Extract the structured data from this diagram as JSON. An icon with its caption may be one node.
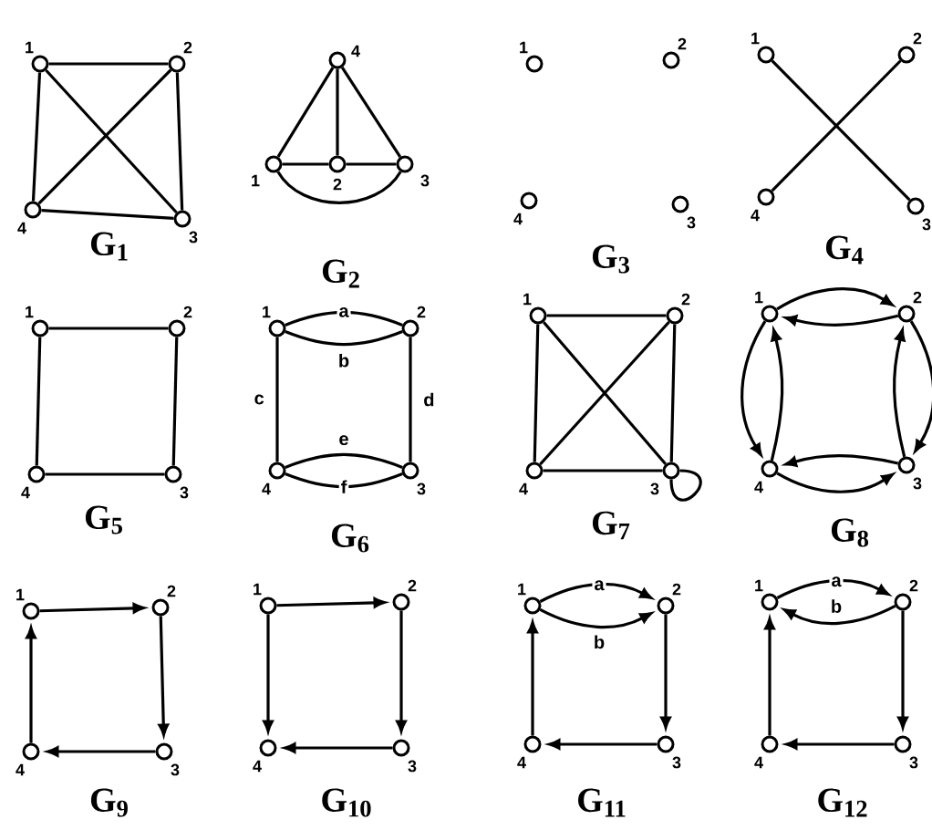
{
  "diagram": {
    "nodes": [
      {
        "text": [],
        "shape": "circle",
        "beside": [
          "1"
        ]
      },
      {
        "text": [],
        "shape": "circle",
        "beside": [
          "2"
        ]
      },
      {
        "text": [],
        "shape": "circle",
        "beside": [
          "3"
        ]
      },
      {
        "text": [],
        "shape": "circle",
        "beside": [
          "4"
        ]
      },
      {
        "text": [],
        "shape": "circle",
        "beside": [
          "1"
        ]
      },
      {
        "text": [],
        "shape": "circle",
        "beside": [
          "2"
        ]
      },
      {
        "text": [],
        "shape": "circle",
        "beside": [
          "3"
        ]
      },
      {
        "text": [],
        "shape": "circle",
        "beside": [
          "4"
        ]
      },
      {
        "text": [],
        "shape": "circle",
        "beside": [
          "1"
        ]
      },
      {
        "text": [],
        "shape": "circle",
        "beside": [
          "2"
        ]
      },
      {
        "text": [],
        "shape": "circle",
        "beside": [
          "3"
        ]
      },
      {
        "text": [],
        "shape": "circle",
        "beside": [
          "4"
        ]
      },
      {
        "text": [],
        "shape": "circle",
        "beside": [
          "1"
        ]
      },
      {
        "text": [],
        "shape": "circle",
        "beside": [
          "2"
        ]
      },
      {
        "text": [],
        "shape": "circle",
        "beside": [
          "3"
        ]
      },
      {
        "text": [],
        "shape": "circle",
        "beside": [
          "4"
        ]
      },
      {
        "text": [],
        "shape": "circle",
        "beside": [
          "1"
        ]
      },
      {
        "text": [],
        "shape": "circle",
        "beside": [
          "2"
        ]
      },
      {
        "text": [],
        "shape": "circle",
        "beside": [
          "3"
        ]
      },
      {
        "text": [],
        "shape": "circle",
        "beside": [
          "4"
        ]
      },
      {
        "text": [],
        "shape": "circle",
        "beside": [
          "1"
        ]
      },
      {
        "text": [],
        "shape": "circle",
        "beside": [
          "2"
        ]
      },
      {
        "text": [],
        "shape": "circle",
        "beside": [
          "3"
        ]
      },
      {
        "text": [],
        "shape": "circle",
        "beside": [
          "4"
        ]
      },
      {
        "text": [],
        "shape": "circle",
        "beside": [
          "1"
        ]
      },
      {
        "text": [],
        "shape": "circle",
        "beside": [
          "2"
        ]
      },
      {
        "text": [],
        "shape": "circle",
        "beside": [
          "3"
        ]
      },
      {
        "text": [],
        "shape": "circle",
        "beside": [
          "4"
        ]
      },
      {
        "text": [],
        "shape": "circle",
        "beside": [
          "1"
        ]
      },
      {
        "text": [],
        "shape": "circle",
        "beside": [
          "2"
        ]
      },
      {
        "text": [],
        "shape": "circle",
        "beside": [
          "3"
        ]
      },
      {
        "text": [],
        "shape": "circle",
        "beside": [
          "4"
        ]
      },
      {
        "text": [],
        "shape": "circle",
        "beside": [
          "1"
        ]
      },
      {
        "text": [],
        "shape": "circle",
        "beside": [
          "2"
        ]
      },
      {
        "text": [],
        "shape": "circle",
        "beside": [
          "3"
        ]
      },
      {
        "text": [],
        "shape": "circle",
        "beside": [
          "4"
        ]
      },
      {
        "text": [],
        "shape": "circle",
        "beside": [
          "1"
        ]
      },
      {
        "text": [],
        "shape": "circle",
        "beside": [
          "2"
        ]
      },
      {
        "text": [],
        "shape": "circle",
        "beside": [
          "3"
        ]
      },
      {
        "text": [],
        "shape": "circle",
        "beside": [
          "4"
        ]
      },
      {
        "text": [],
        "shape": "circle",
        "beside": [
          "1"
        ]
      },
      {
        "text": [],
        "shape": "circle",
        "beside": [
          "2"
        ]
      },
      {
        "text": [],
        "shape": "circle",
        "beside": [
          "3"
        ]
      },
      {
        "text": [],
        "shape": "circle",
        "beside": [
          "4"
        ]
      },
      {
        "text": [],
        "shape": "circle",
        "beside": [
          "1"
        ]
      },
      {
        "text": [],
        "shape": "circle",
        "beside": [
          "2"
        ]
      },
      {
        "text": [],
        "shape": "circle",
        "beside": [
          "3"
        ]
      },
      {
        "text": [],
        "shape": "circle",
        "beside": [
          "4"
        ]
      }
    ],
    "edges": [
      {
        "from": 0,
        "to": 1,
        "arrow": "none"
      },
      {
        "from": 1,
        "to": 2,
        "arrow": "none"
      },
      {
        "from": 2,
        "to": 3,
        "arrow": "none"
      },
      {
        "from": 3,
        "to": 0,
        "arrow": "none"
      },
      {
        "from": 0,
        "to": 2,
        "arrow": "none"
      },
      {
        "from": 1,
        "to": 3,
        "arrow": "none"
      },
      {
        "from": 7,
        "to": 4,
        "arrow": "none"
      },
      {
        "from": 7,
        "to": 5,
        "arrow": "none"
      },
      {
        "from": 7,
        "to": 6,
        "arrow": "none"
      },
      {
        "from": 4,
        "to": 5,
        "arrow": "none"
      },
      {
        "from": 5,
        "to": 6,
        "arrow": "none"
      },
      {
        "from": 4,
        "to": 6,
        "arrow": "none"
      },
      {
        "from": 12,
        "to": 14,
        "arrow": "none"
      },
      {
        "from": 13,
        "to": 15,
        "arrow": "none"
      },
      {
        "from": 16,
        "to": 17,
        "arrow": "none"
      },
      {
        "from": 17,
        "to": 18,
        "arrow": "none"
      },
      {
        "from": 18,
        "to": 19,
        "arrow": "none"
      },
      {
        "from": 19,
        "to": 16,
        "arrow": "none"
      },
      {
        "from": 20,
        "to": 21,
        "arrow": "none",
        "label": "a"
      },
      {
        "from": 20,
        "to": 21,
        "arrow": "none",
        "label": "b"
      },
      {
        "from": 20,
        "to": 23,
        "arrow": "none",
        "label": "c"
      },
      {
        "from": 21,
        "to": 22,
        "arrow": "none",
        "label": "d"
      },
      {
        "from": 23,
        "to": 22,
        "arrow": "none",
        "label": "e"
      },
      {
        "from": 23,
        "to": 22,
        "arrow": "none",
        "label": "f"
      },
      {
        "from": 24,
        "to": 25,
        "arrow": "none"
      },
      {
        "from": 25,
        "to": 26,
        "arrow": "none"
      },
      {
        "from": 26,
        "to": 27,
        "arrow": "none"
      },
      {
        "from": 27,
        "to": 24,
        "arrow": "none"
      },
      {
        "from": 24,
        "to": 26,
        "arrow": "none"
      },
      {
        "from": 25,
        "to": 27,
        "arrow": "none"
      },
      {
        "from": 26,
        "to": 26,
        "arrow": "none"
      },
      {
        "from": 28,
        "to": 29,
        "arrow": "to"
      },
      {
        "from": 29,
        "to": 28,
        "arrow": "to"
      },
      {
        "from": 28,
        "to": 31,
        "arrow": "to"
      },
      {
        "from": 31,
        "to": 28,
        "arrow": "to"
      },
      {
        "from": 29,
        "to": 30,
        "arrow": "to"
      },
      {
        "from": 30,
        "to": 29,
        "arrow": "to"
      },
      {
        "from": 31,
        "to": 30,
        "arrow": "to"
      },
      {
        "from": 30,
        "to": 31,
        "arrow": "to"
      },
      {
        "from": 32,
        "to": 33,
        "arrow": "to"
      },
      {
        "from": 33,
        "to": 34,
        "arrow": "to"
      },
      {
        "from": 34,
        "to": 35,
        "arrow": "to"
      },
      {
        "from": 35,
        "to": 32,
        "arrow": "to"
      },
      {
        "from": 36,
        "to": 37,
        "arrow": "to"
      },
      {
        "from": 37,
        "to": 38,
        "arrow": "to"
      },
      {
        "from": 38,
        "to": 39,
        "arrow": "to"
      },
      {
        "from": 36,
        "to": 39,
        "arrow": "to"
      },
      {
        "from": 40,
        "to": 41,
        "arrow": "to",
        "label": "a"
      },
      {
        "from": 40,
        "to": 41,
        "arrow": "to",
        "label": "b"
      },
      {
        "from": 41,
        "to": 42,
        "arrow": "to"
      },
      {
        "from": 42,
        "to": 43,
        "arrow": "to"
      },
      {
        "from": 43,
        "to": 40,
        "arrow": "to"
      },
      {
        "from": 44,
        "to": 45,
        "arrow": "to",
        "label": "a"
      },
      {
        "from": 45,
        "to": 44,
        "arrow": "to",
        "label": "b"
      },
      {
        "from": 45,
        "to": 46,
        "arrow": "to"
      },
      {
        "from": 46,
        "to": 47,
        "arrow": "to"
      },
      {
        "from": 47,
        "to": 44,
        "arrow": "to"
      }
    ],
    "labels": [
      "G$_{1}$",
      "G$_{2}$",
      "G$_{3}$",
      "G$_{4}$",
      "G$_{5}$",
      "G$_{6}$",
      "G$_{7}$",
      "G$_{8}$",
      "G$_{9}$",
      "G$_{10}$",
      "G$_{11}$",
      "G$_{12}$"
    ]
  }
}
